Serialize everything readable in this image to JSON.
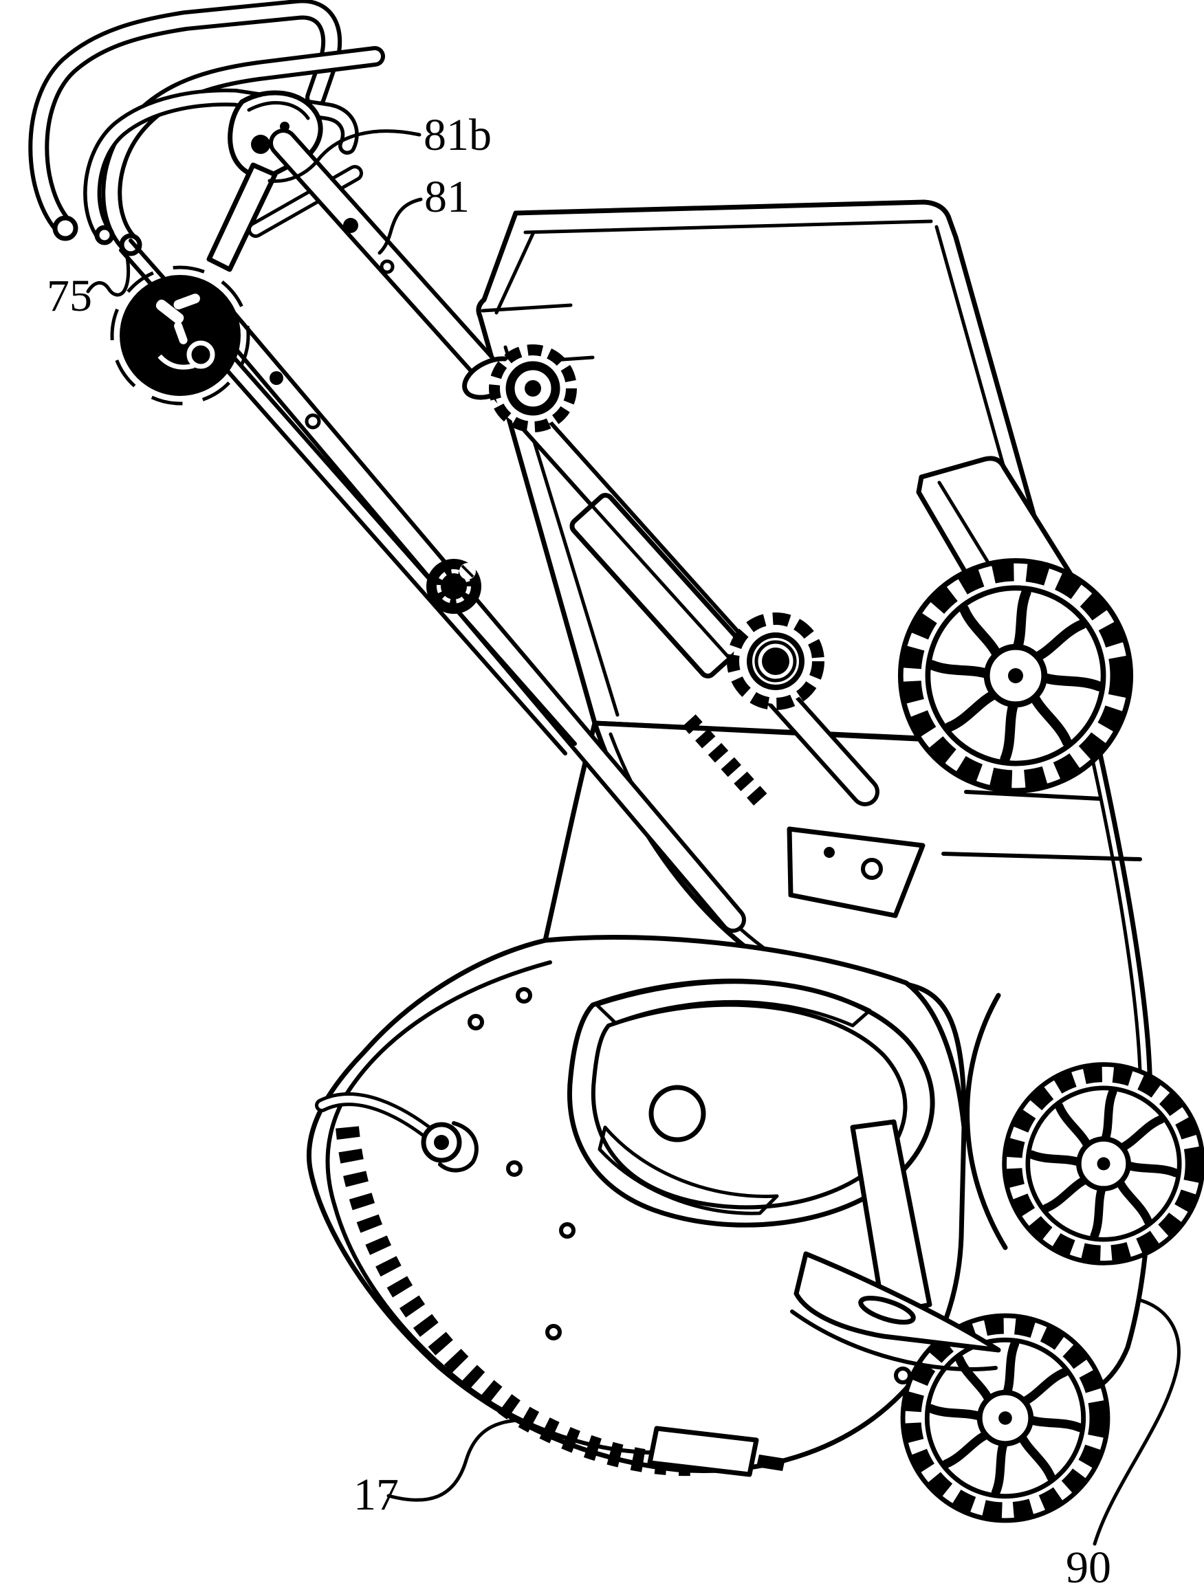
{
  "figure": {
    "type": "patent line drawing",
    "subject": "walk-behind lawn mower tilted upright with folded handle, grass bag and wheels",
    "background_color": "#ffffff",
    "line_color": "#000000"
  },
  "labels": [
    {
      "text": "81b",
      "target": "handle-latch-lever"
    },
    {
      "text": "81",
      "target": "upper-handle-shaft"
    },
    {
      "text": "75",
      "target": "lower-handle-tube"
    },
    {
      "text": "17",
      "target": "deck-housing"
    },
    {
      "text": "90",
      "target": "front-wheel"
    }
  ]
}
